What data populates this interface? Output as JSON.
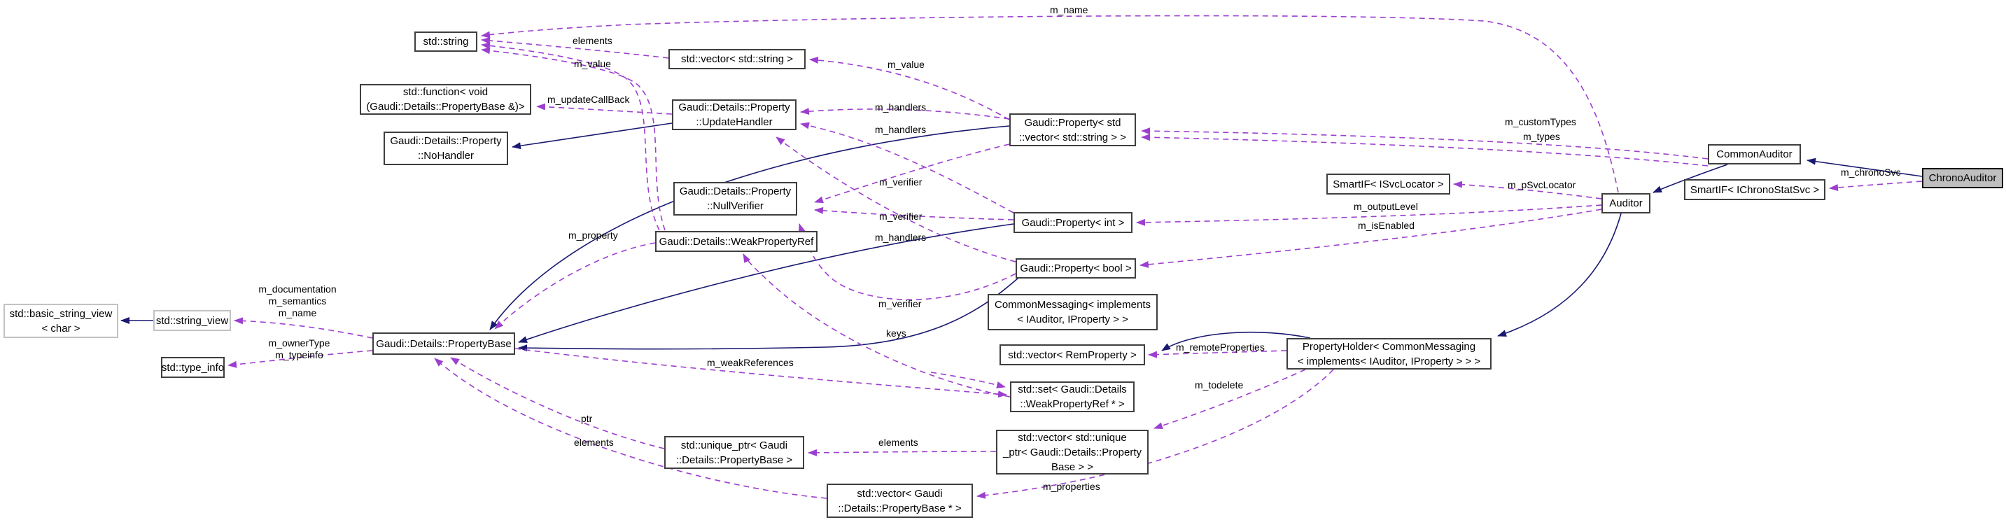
{
  "diagram": {
    "type": "doxygen-collaboration-graph",
    "highlighted_node": "ChronoAuditor",
    "colors": {
      "inheritance_edge": "#191970",
      "usage_edge": "#9c3fcf",
      "node_border": "#3f3f3f",
      "external_node_border": "#c2c2c2",
      "highlight_fill": "#bfbfbf",
      "background": "#ffffff"
    },
    "nodes": {
      "std_string": {
        "label": "std::string"
      },
      "vector_string": {
        "label": "std::vector< std::string >"
      },
      "std_function": {
        "label": "std::function< void\n(Gaudi::Details::PropertyBase &)>"
      },
      "update_handler": {
        "label": "Gaudi::Details::Property\n::UpdateHandler"
      },
      "no_handler": {
        "label": "Gaudi::Details::Property\n::NoHandler"
      },
      "property_vec_string": {
        "label": "Gaudi::Property< std\n::vector< std::string > >"
      },
      "null_verifier": {
        "label": "Gaudi::Details::Property\n::NullVerifier"
      },
      "weak_property_ref": {
        "label": "Gaudi::Details::WeakPropertyRef"
      },
      "property_int": {
        "label": "Gaudi::Property< int >"
      },
      "smartif_isvclocator": {
        "label": "SmartIF< ISvcLocator >"
      },
      "property_bool": {
        "label": "Gaudi::Property< bool >"
      },
      "common_messaging": {
        "label": "CommonMessaging< implements\n< IAuditor, IProperty > >"
      },
      "vector_remproperty": {
        "label": "std::vector< RemProperty >"
      },
      "property_holder": {
        "label": "PropertyHolder< CommonMessaging\n< implements< IAuditor, IProperty > > >"
      },
      "std_set": {
        "label": "std::set< Gaudi::Details\n::WeakPropertyRef * >"
      },
      "unique_ptr": {
        "label": "std::unique_ptr< Gaudi\n::Details::PropertyBase >"
      },
      "vector_unique_ptr": {
        "label": "std::vector< std::unique\n_ptr< Gaudi::Details::Property\nBase > >"
      },
      "vector_pb_ptr": {
        "label": "std::vector< Gaudi\n::Details::PropertyBase * >"
      },
      "basic_string_view": {
        "label": "std::basic_string_view\n< char >"
      },
      "string_view": {
        "label": "std::string_view"
      },
      "type_info": {
        "label": "std::type_info"
      },
      "property_base": {
        "label": "Gaudi::Details::PropertyBase"
      },
      "auditor": {
        "label": "Auditor"
      },
      "common_auditor": {
        "label": "CommonAuditor"
      },
      "smartif_chronostatsvc": {
        "label": "SmartIF< IChronoStatSvc >"
      },
      "chrono_auditor": {
        "label": "ChronoAuditor"
      }
    },
    "edge_labels": {
      "m_name": "m_name",
      "elements": "elements",
      "m_value": "m_value",
      "m_updateCallBack": "m_updateCallBack",
      "m_handlers": "m_handlers",
      "m_verifier": "m_verifier",
      "m_property": "m_property",
      "property_base_string_refs": "m_documentation\nm_semantics\nm_name",
      "property_base_type_refs": "m_ownerType\nm_typeinfo",
      "keys": "keys",
      "m_weakReferences": "m_weakReferences",
      "ptr": "ptr",
      "m_properties": "m_properties",
      "m_todelete": "m_todelete",
      "m_remoteProperties": "m_remoteProperties",
      "m_outputLevel": "m_outputLevel",
      "m_isEnabled": "m_isEnabled",
      "m_pSvcLocator": "m_pSvcLocator",
      "m_customTypes": "m_customTypes",
      "m_types": "m_types",
      "m_chronoSvc": "m_chronoSvc"
    },
    "edges": [
      {
        "from": "ChronoAuditor",
        "to": "CommonAuditor",
        "type": "inheritance"
      },
      {
        "from": "CommonAuditor",
        "to": "Auditor",
        "type": "inheritance"
      },
      {
        "from": "Auditor",
        "to": "PropertyHolder< CommonMessaging< implements< IAuditor, IProperty > > >",
        "type": "inheritance"
      },
      {
        "from": "PropertyHolder< CommonMessaging< implements< IAuditor, IProperty > > >",
        "to": "CommonMessaging< implements< IAuditor, IProperty > >",
        "type": "inheritance"
      },
      {
        "from": "Gaudi::Property< std::vector< std::string > >",
        "to": "Gaudi::Details::PropertyBase",
        "type": "inheritance"
      },
      {
        "from": "Gaudi::Property< int >",
        "to": "Gaudi::Details::PropertyBase",
        "type": "inheritance"
      },
      {
        "from": "Gaudi::Property< bool >",
        "to": "Gaudi::Details::PropertyBase",
        "type": "inheritance"
      },
      {
        "from": "Gaudi::Details::Property::UpdateHandler",
        "to": "Gaudi::Details::Property::NoHandler",
        "type": "inheritance"
      },
      {
        "from": "std::string_view",
        "to": "std::basic_string_view< char >",
        "type": "inheritance"
      },
      {
        "from": "Auditor",
        "to": "std::string",
        "label": "m_name",
        "type": "usage"
      },
      {
        "from": "std::vector< std::string >",
        "to": "std::string",
        "label": "elements",
        "type": "usage"
      },
      {
        "from": "Gaudi::Details::WeakPropertyRef",
        "to": "std::string",
        "label": "m_value",
        "type": "usage"
      },
      {
        "from": "Gaudi::Property< std::vector< std::string > >",
        "to": "std::vector< std::string >",
        "label": "m_value",
        "type": "usage"
      },
      {
        "from": "Gaudi::Property< std::vector< std::string > >",
        "to": "Gaudi::Details::Property::UpdateHandler",
        "label": "m_handlers",
        "type": "usage"
      },
      {
        "from": "Gaudi::Property< int >",
        "to": "Gaudi::Details::Property::UpdateHandler",
        "label": "m_handlers",
        "type": "usage"
      },
      {
        "from": "Gaudi::Property< bool >",
        "to": "Gaudi::Details::Property::UpdateHandler",
        "label": "m_handlers",
        "type": "usage"
      },
      {
        "from": "Gaudi::Property< std::vector< std::string > >",
        "to": "Gaudi::Details::Property::NullVerifier",
        "label": "m_verifier",
        "type": "usage"
      },
      {
        "from": "Gaudi::Property< int >",
        "to": "Gaudi::Details::Property::NullVerifier",
        "label": "m_verifier",
        "type": "usage"
      },
      {
        "from": "Gaudi::Property< bool >",
        "to": "Gaudi::Details::Property::NullVerifier",
        "label": "m_verifier",
        "type": "usage"
      },
      {
        "from": "Gaudi::Details::Property::UpdateHandler",
        "to": "std::function< void (Gaudi::Details::PropertyBase &)>",
        "label": "m_updateCallBack",
        "type": "usage"
      },
      {
        "from": "Gaudi::Details::WeakPropertyRef",
        "to": "Gaudi::Details::PropertyBase",
        "label": "m_property",
        "type": "usage"
      },
      {
        "from": "std::set< Gaudi::Details::WeakPropertyRef * >",
        "to": "Gaudi::Details::WeakPropertyRef",
        "label": "keys",
        "type": "usage"
      },
      {
        "from": "Gaudi::Details::PropertyBase",
        "to": "std::set< Gaudi::Details::WeakPropertyRef * >",
        "label": "m_weakReferences",
        "type": "usage"
      },
      {
        "from": "Gaudi::Details::PropertyBase",
        "to": "std::string_view",
        "label": "m_documentation m_semantics m_name",
        "type": "usage"
      },
      {
        "from": "Gaudi::Details::PropertyBase",
        "to": "std::type_info",
        "label": "m_ownerType m_typeinfo",
        "type": "usage"
      },
      {
        "from": "Auditor",
        "to": "SmartIF< ISvcLocator >",
        "label": "m_pSvcLocator",
        "type": "usage"
      },
      {
        "from": "Auditor",
        "to": "Gaudi::Property< int >",
        "label": "m_outputLevel",
        "type": "usage"
      },
      {
        "from": "Auditor",
        "to": "Gaudi::Property< bool >",
        "label": "m_isEnabled",
        "type": "usage"
      },
      {
        "from": "CommonAuditor",
        "to": "Gaudi::Property< std::vector< std::string > >",
        "label": "m_customTypes",
        "type": "usage"
      },
      {
        "from": "CommonAuditor",
        "to": "Gaudi::Property< std::vector< std::string > >",
        "label": "m_types",
        "type": "usage"
      },
      {
        "from": "ChronoAuditor",
        "to": "SmartIF< IChronoStatSvc >",
        "label": "m_chronoSvc",
        "type": "usage"
      },
      {
        "from": "PropertyHolder< CommonMessaging< implements< IAuditor, IProperty > > >",
        "to": "std::vector< RemProperty >",
        "label": "m_remoteProperties",
        "type": "usage"
      },
      {
        "from": "PropertyHolder< CommonMessaging< implements< IAuditor, IProperty > > >",
        "to": "std::vector< std::unique_ptr< Gaudi::Details::PropertyBase > >",
        "label": "m_todelete",
        "type": "usage"
      },
      {
        "from": "PropertyHolder< CommonMessaging< implements< IAuditor, IProperty > > >",
        "to": "std::vector< Gaudi::Details::PropertyBase * >",
        "label": "m_properties",
        "type": "usage"
      },
      {
        "from": "std::vector< std::unique_ptr< Gaudi::Details::PropertyBase > >",
        "to": "std::unique_ptr< Gaudi::Details::PropertyBase >",
        "label": "elements",
        "type": "usage"
      },
      {
        "from": "std::unique_ptr< Gaudi::Details::PropertyBase >",
        "to": "Gaudi::Details::PropertyBase",
        "label": "ptr",
        "type": "usage"
      },
      {
        "from": "std::vector< Gaudi::Details::PropertyBase * >",
        "to": "Gaudi::Details::PropertyBase",
        "label": "elements",
        "type": "usage"
      }
    ]
  }
}
